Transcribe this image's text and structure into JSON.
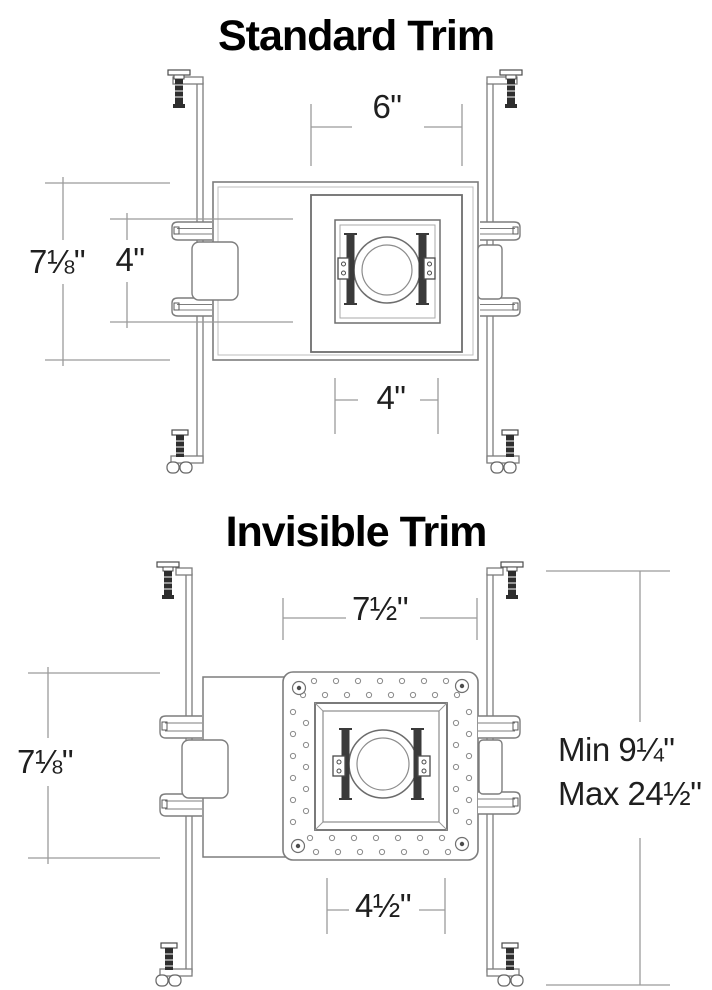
{
  "standard_trim": {
    "title": "Standard Trim",
    "dims": {
      "trim_width": "6\"",
      "housing_height": "7⅛\"",
      "aperture_height": "4\"",
      "aperture_width": "4\""
    }
  },
  "invisible_trim": {
    "title": "Invisible Trim",
    "dims": {
      "plate_width": "7½\"",
      "housing_height": "7⅛\"",
      "height_min": "Min 9¼\"",
      "height_max": "Max 24½\"",
      "aperture_width": "4½\""
    }
  },
  "colors": {
    "drawing_line": "#7d7d7d",
    "dimension_line": "#9b9b9b",
    "hardware_dark": "#2e2e2e",
    "label_text": "#1f1f1f",
    "title_text": "#000000"
  }
}
